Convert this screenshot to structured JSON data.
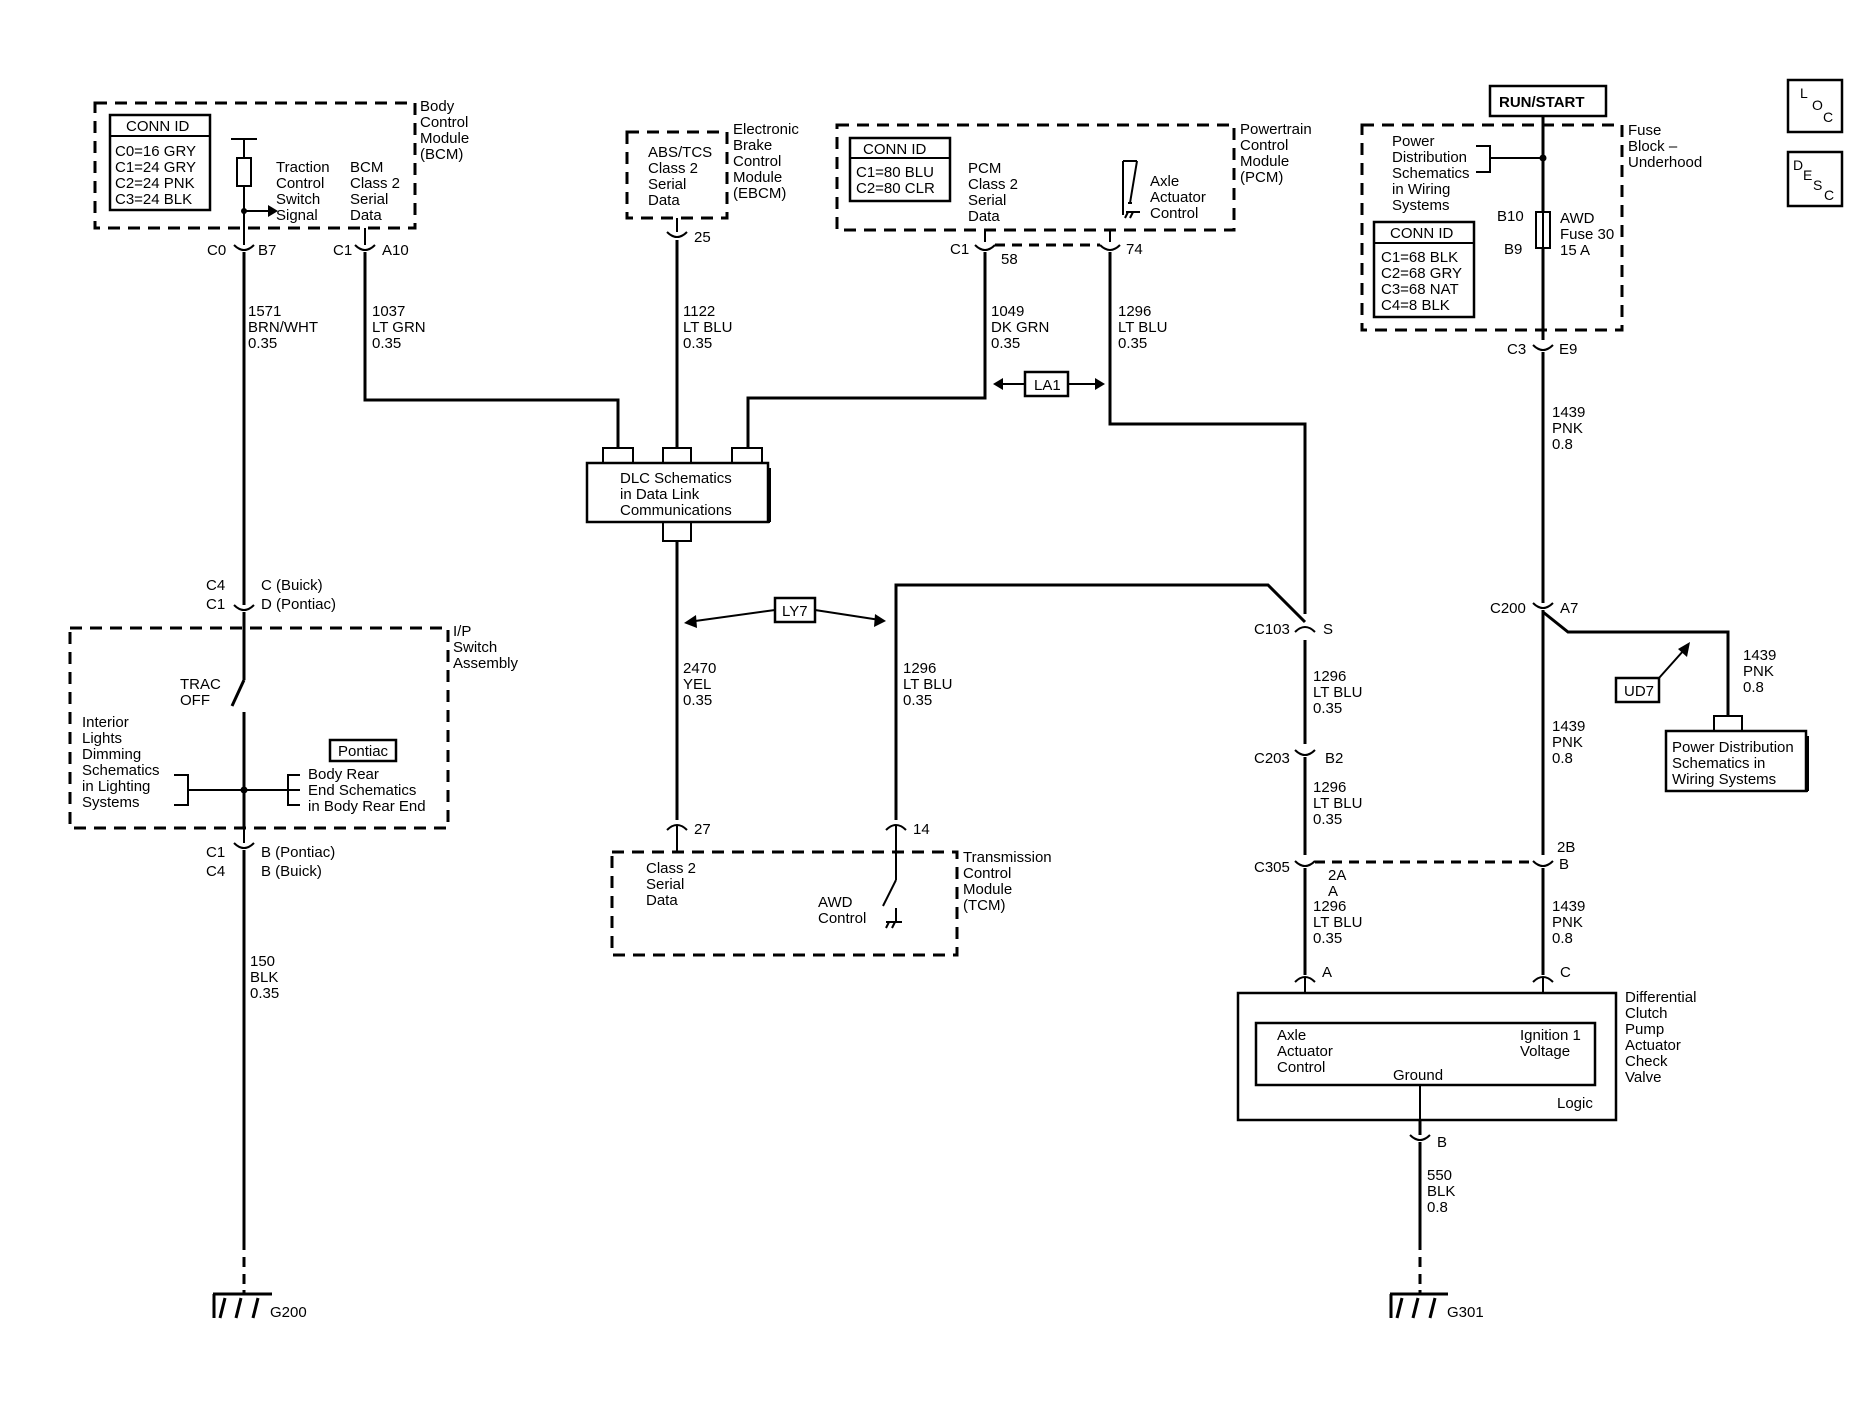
{
  "header": {
    "run_start": "RUN/START",
    "loc_icon": {
      "l": "L",
      "o": "O",
      "c": "C"
    },
    "desc_icon": {
      "d": "D",
      "e": "E",
      "s": "S",
      "c": "C"
    }
  },
  "bcm": {
    "conn_id_title": "CONN ID",
    "conn_ids": [
      "C0=16 GRY",
      "C1=24 GRY",
      "C2=24 PNK",
      "C3=24 BLK"
    ],
    "name": [
      "Body",
      "Control",
      "Module",
      "(BCM)"
    ],
    "traction_label": [
      "Traction",
      "Control",
      "Switch",
      "Signal"
    ],
    "serial_label": [
      "BCM",
      "Class 2",
      "Serial",
      "Data"
    ],
    "pin1_conn": "C0",
    "pin1": "B7",
    "pin2_conn": "C1",
    "pin2": "A10"
  },
  "ebcm": {
    "inner": [
      "ABS/TCS",
      "Class 2",
      "Serial",
      "Data"
    ],
    "name": [
      "Electronic",
      "Brake",
      "Control",
      "Module",
      "(EBCM)"
    ],
    "pin": "25"
  },
  "pcm": {
    "conn_id_title": "CONN ID",
    "conn_ids": [
      "C1=80 BLU",
      "C2=80 CLR"
    ],
    "name": [
      "Powertrain",
      "Control",
      "Module",
      "(PCM)"
    ],
    "serial_label": [
      "PCM",
      "Class 2",
      "Serial",
      "Data"
    ],
    "axle_label": [
      "Axle",
      "Actuator",
      "Control"
    ],
    "pin1_conn": "C1",
    "pin1": "58",
    "pin2": "74"
  },
  "fuse_block": {
    "name": [
      "Fuse",
      "Block –",
      "Underhood"
    ],
    "power_dist": [
      "Power",
      "Distribution",
      "Schematics",
      "in Wiring",
      "Systems"
    ],
    "conn_id_title": "CONN ID",
    "conn_ids": [
      "C1=68 BLK",
      "C2=68 GRY",
      "C3=68 NAT",
      "C4=8 BLK"
    ],
    "fuse_label": [
      "AWD",
      "Fuse 30",
      "15 A"
    ],
    "b10": "B10",
    "b9": "B9",
    "conn": "C3",
    "pin": "E9"
  },
  "wires": {
    "w1571": [
      "1571",
      "BRN/WHT",
      "0.35"
    ],
    "w1037": [
      "1037",
      "LT GRN",
      "0.35"
    ],
    "w1122": [
      "1122",
      "LT BLU",
      "0.35"
    ],
    "w1049": [
      "1049",
      "DK GRN",
      "0.35"
    ],
    "w1296a": [
      "1296",
      "LT BLU",
      "0.35"
    ],
    "w1439a": [
      "1439",
      "PNK",
      "0.8"
    ],
    "w2470": [
      "2470",
      "YEL",
      "0.35"
    ],
    "w1296b": [
      "1296",
      "LT BLU",
      "0.35"
    ],
    "w1296c": [
      "1296",
      "LT BLU",
      "0.35"
    ],
    "w1296d": [
      "1296",
      "LT BLU",
      "0.35"
    ],
    "w1296e": [
      "1296",
      "LT BLU",
      "0.35"
    ],
    "w1439b": [
      "1439",
      "PNK",
      "0.8"
    ],
    "w1439c": [
      "1439",
      "PNK",
      "0.8"
    ],
    "w1439d": [
      "1439",
      "PNK",
      "0.8"
    ],
    "w150": [
      "150",
      "BLK",
      "0.35"
    ],
    "w550": [
      "550",
      "BLK",
      "0.8"
    ]
  },
  "dlc": {
    "label": [
      "DLC Schematics",
      "in Data Link",
      "Communications"
    ]
  },
  "refs": {
    "la1": "LA1",
    "ly7": "LY7",
    "ud7": "UD7"
  },
  "ip_switch": {
    "name": [
      "I/P",
      "Switch",
      "Assembly"
    ],
    "c4_top": "C4",
    "c1_top": "C1",
    "buick_top": "C (Buick)",
    "pontiac_top": "D (Pontiac)",
    "trac_off": [
      "TRAC",
      "OFF"
    ],
    "interior": [
      "Interior",
      "Lights",
      "Dimming",
      "Schematics",
      "in Lighting",
      "Systems"
    ],
    "pontiac_box": "Pontiac",
    "body_rear": [
      "Body Rear",
      "End Schematics",
      "in Body Rear End"
    ],
    "c1_bot": "C1",
    "c4_bot": "C4",
    "pontiac_bot": "B (Pontiac)",
    "buick_bot": "B (Buick)"
  },
  "tcm": {
    "name": [
      "Transmission",
      "Control",
      "Module",
      "(TCM)"
    ],
    "serial": [
      "Class 2",
      "Serial",
      "Data"
    ],
    "awd": [
      "AWD",
      "Control"
    ],
    "pin1": "27",
    "pin2": "14"
  },
  "inline": {
    "c103": "C103",
    "c103_pin": "S",
    "c203": "C203",
    "c203_pin": "B2",
    "c305": "C305",
    "c305_pin_a": "2A",
    "c305_pin_a2": "A",
    "c305_pin_b": "2B",
    "c305_pin_b2": "B",
    "c200": "C200",
    "c200_pin": "A7"
  },
  "power_dist_box": [
    "Power Distribution",
    "Schematics in",
    "Wiring Systems"
  ],
  "actuator": {
    "name": [
      "Differential",
      "Clutch",
      "Pump",
      "Actuator",
      "Check",
      "Valve"
    ],
    "pin_a": "A",
    "pin_c": "C",
    "pin_b": "B",
    "axle": [
      "Axle",
      "Actuator",
      "Control"
    ],
    "ign": [
      "Ignition 1",
      "Voltage"
    ],
    "ground": "Ground",
    "logic": "Logic"
  },
  "grounds": {
    "g200": "G200",
    "g301": "G301"
  }
}
